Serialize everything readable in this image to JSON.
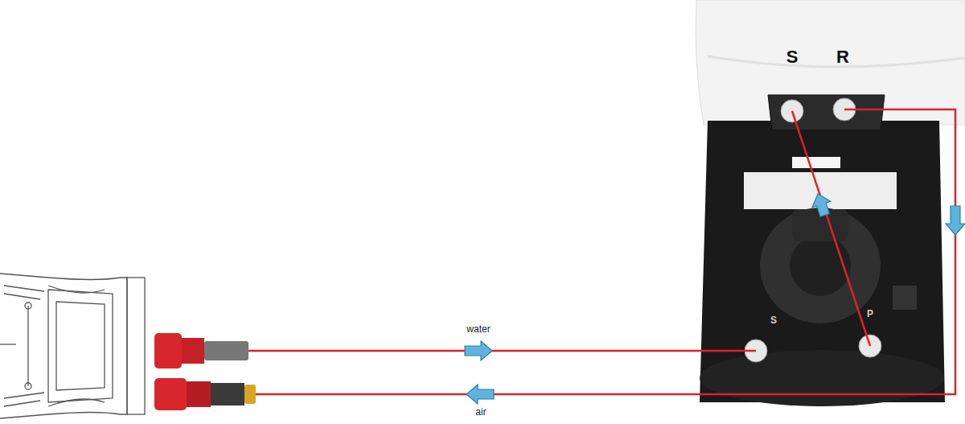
{
  "diagram": {
    "labels": [
      "S",
      "R",
      "water",
      "air",
      "S",
      "P"
    ]
  }
}
